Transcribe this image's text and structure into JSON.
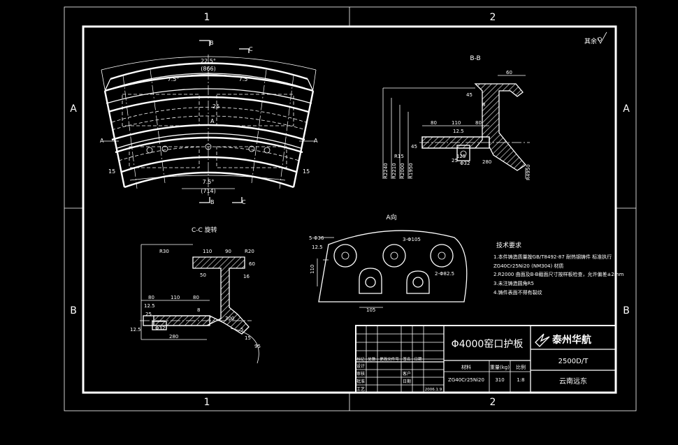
{
  "zones": {
    "top": [
      "1",
      "2"
    ],
    "bottom": [
      "1",
      "2"
    ],
    "left": [
      "A",
      "B"
    ],
    "right": [
      "A",
      "B"
    ]
  },
  "roughness_mark": "其余",
  "front_view": {
    "section_mark_top_b": "B",
    "section_mark_top_c": "C",
    "section_mark_bottom_b": "B",
    "section_mark_bottom_c": "C",
    "top_angle": "22.5°",
    "top_chord": "(866)",
    "inner_angle_left": "7.5°",
    "inner_angle_right": "7.5°",
    "bottom_angle": "7.5°",
    "bottom_chord": "(714)",
    "dim_25": "25",
    "view_a": "A",
    "dim_15_left": "15",
    "dim_15_right": "15",
    "mark_a_left": "A",
    "mark_a_right": "A"
  },
  "section_bb": {
    "title": "B-B",
    "dim_60": "60",
    "dim_45": "45",
    "dim_8": "8",
    "dim_80": "80",
    "dim_110": "110",
    "dim_80b": "80",
    "dim_12_5": "12.5",
    "dim_45b": "45",
    "dim_r15": "R15",
    "dim_125": "125",
    "dim_25": "25",
    "dim_phi32": "Φ32",
    "dim_280": "280",
    "r_labels": [
      "R2240",
      "R2210",
      "R2000",
      "R1950"
    ],
    "r_right": "R4950"
  },
  "section_cc": {
    "title": "C-C 旋转",
    "dim_r30": "R30",
    "dim_110": "110",
    "dim_90": "90",
    "dim_r20": "R20",
    "dim_60": "60",
    "dim_50": "50",
    "dim_16": "16",
    "dim_8": "8",
    "dim_80": "80",
    "dim_110b": "110",
    "dim_80b": "80",
    "dim_12_5": "12.5",
    "dim_25": "25",
    "dim_phi32": "Φ32",
    "dim_280": "280",
    "dim_300": "300",
    "dim_15": "15",
    "dim_5": "5",
    "dim_95": "95",
    "dim_12_5b": "12.5"
  },
  "view_a": {
    "title": "A向",
    "dim_5phi": "5-Φ36",
    "dim_12_5": "12.5",
    "dim_3phi": "3-Φ105",
    "dim_110": "110",
    "dim_2phi": "2-Φ82.5",
    "dim_105": "105"
  },
  "tech_req": {
    "title": "技术要求",
    "lines": [
      "1.本件铸造质量按GB/T8492-87 耐热钢铸件 标准执行",
      "ZG40Cr25Ni20 (NM304) 材质",
      "2.R2000 曲面及B-B截面尺寸按样板检查，允许偏差±2mm",
      "3.未注铸造圆角R5",
      "4.铸件表面不得有裂纹"
    ]
  },
  "title_block": {
    "part_name": "Φ4000窑口护板",
    "company": "泰州华航",
    "drawing_no": "2500D/T",
    "customer": "云南远东",
    "col_material": "材料",
    "col_weight": "重量(kg)",
    "col_scale": "比例",
    "material": "ZG40Cr25Ni20",
    "weight": "310",
    "scale": "1:8",
    "rev_headers": [
      "标记",
      "处数",
      "更改文件号",
      "签名",
      "日期"
    ],
    "sign_rows": [
      "设计",
      "审核",
      "批准",
      "工艺"
    ],
    "sign_col2": [
      "",
      "客户",
      "日期"
    ],
    "date": "2006.1.9"
  }
}
